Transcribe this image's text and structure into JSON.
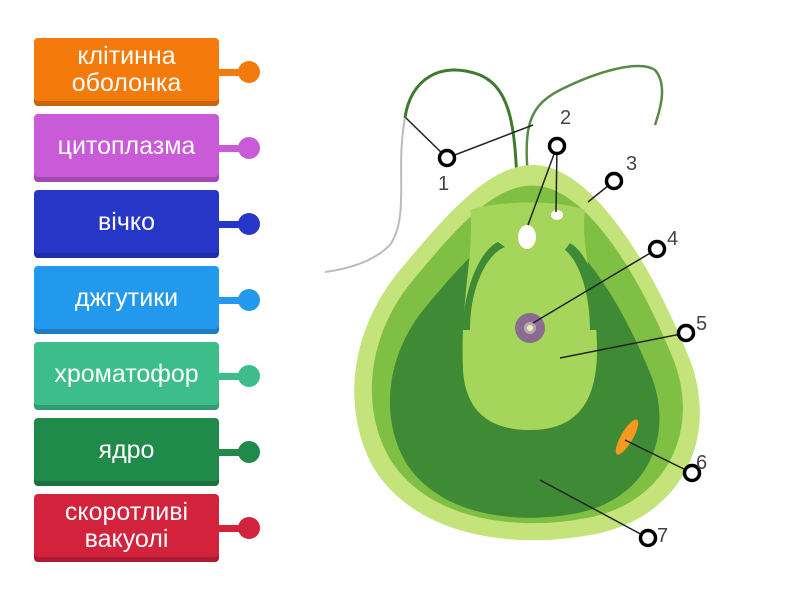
{
  "labels": [
    {
      "text": "клітинна оболонка",
      "color": "#f57a0c"
    },
    {
      "text": "цитоплазма",
      "color": "#c95ad8"
    },
    {
      "text": "вічко",
      "color": "#2637c8"
    },
    {
      "text": "джгутики",
      "color": "#2399ee"
    },
    {
      "text": "хроматофор",
      "color": "#3dbd8a"
    },
    {
      "text": "ядро",
      "color": "#1f8a4a"
    },
    {
      "text": "скоротливі вакуолі",
      "color": "#d2223c"
    }
  ],
  "diagram_numbers": [
    "1",
    "2",
    "3",
    "4",
    "5",
    "6",
    "7"
  ]
}
